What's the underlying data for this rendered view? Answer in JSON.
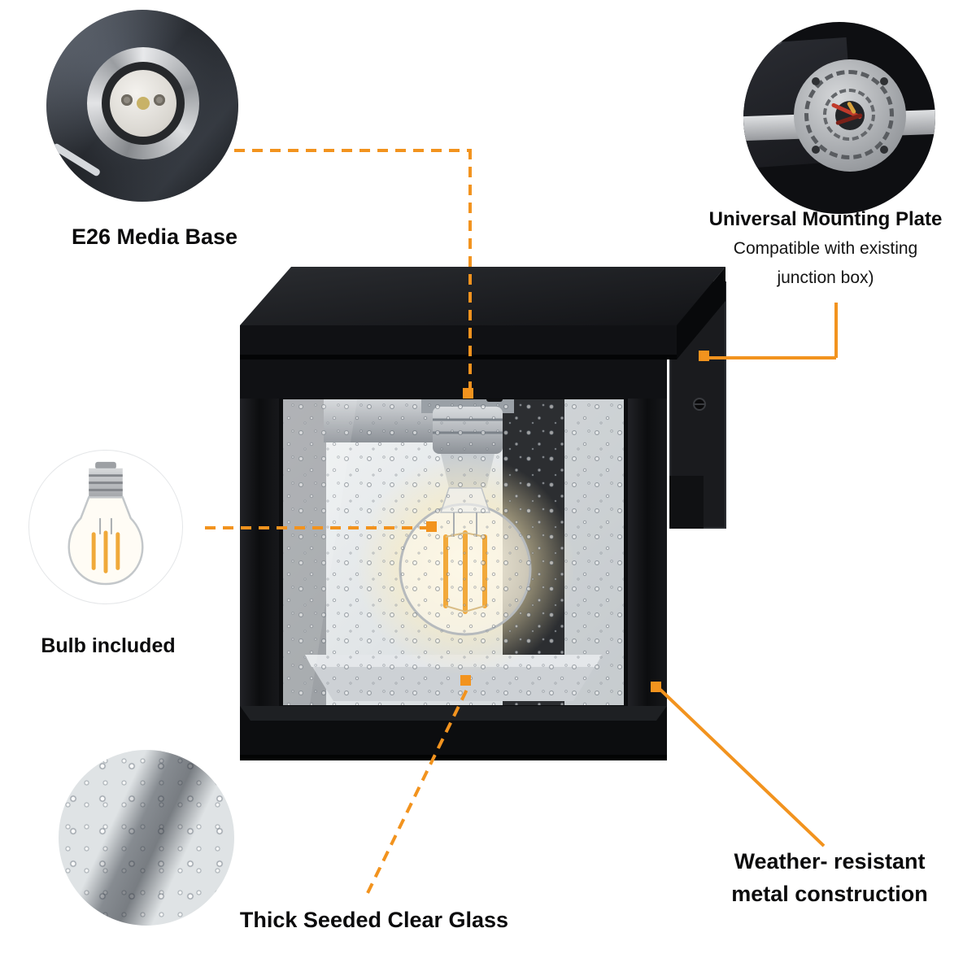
{
  "accent": "#F2931E",
  "callouts": {
    "e26": {
      "label": "E26 Media Base"
    },
    "mounting": {
      "label": "Universal Mounting Plate",
      "sub_line1": "Compatible with existing",
      "sub_line2": "junction box)"
    },
    "bulb": {
      "label": "Bulb included"
    },
    "glass": {
      "label": "Thick Seeded Clear Glass"
    },
    "weather": {
      "label_line1": "Weather- resistant",
      "label_line2": "metal construction"
    }
  }
}
